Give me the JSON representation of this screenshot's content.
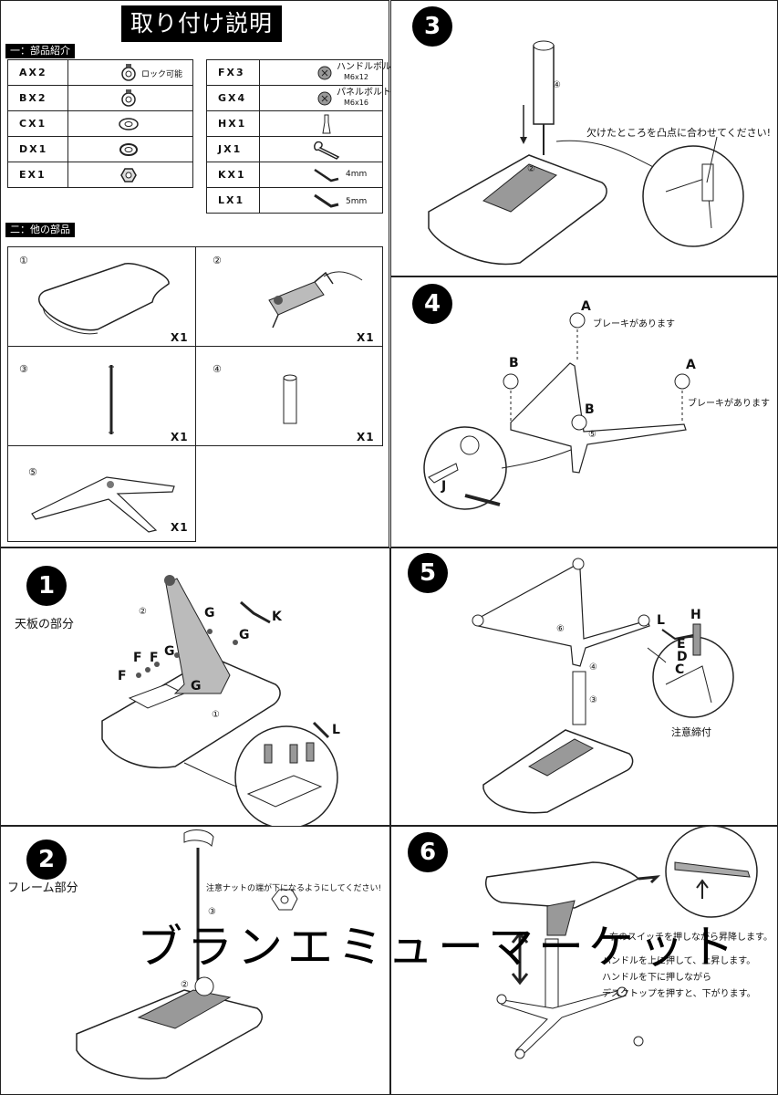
{
  "title": "取り付け説明書",
  "section1": "一：部品紹介",
  "section2": "二：他の部品",
  "parts_left": [
    {
      "code": "AX2",
      "note": "ロック可能"
    },
    {
      "code": "BX2",
      "note": ""
    },
    {
      "code": "CX1",
      "note": ""
    },
    {
      "code": "DX1",
      "note": ""
    },
    {
      "code": "EX1",
      "note": ""
    }
  ],
  "parts_right": [
    {
      "code": "FX3",
      "note1": "ハンドルボルト",
      "note2": "M6x12"
    },
    {
      "code": "GX4",
      "note1": "パネルボルト",
      "note2": "M6x16"
    },
    {
      "code": "HX1",
      "note1": "",
      "note2": ""
    },
    {
      "code": "JX1",
      "note1": "",
      "note2": ""
    },
    {
      "code": "KX1",
      "note1": "4mm",
      "note2": ""
    },
    {
      "code": "LX1",
      "note1": "5mm",
      "note2": ""
    }
  ],
  "other_parts": [
    {
      "num": "①",
      "qty": "X1"
    },
    {
      "num": "②",
      "qty": "X1"
    },
    {
      "num": "③",
      "qty": "X1"
    },
    {
      "num": "④",
      "qty": "X1"
    },
    {
      "num": "⑤",
      "qty": "X1"
    }
  ],
  "steps": {
    "s3": {
      "num": "3",
      "circled": "④",
      "circled2": "②",
      "caption": "欠けたところを凸点に合わせてください!"
    },
    "s4": {
      "num": "4",
      "brake": "ブレーキがあります",
      "a": "A",
      "b": "B",
      "j": "J",
      "circled": "⑤"
    },
    "s1": {
      "num": "1",
      "caption": "天板の部分",
      "g": "G",
      "k": "K",
      "f": "F",
      "l": "L",
      "c1": "①",
      "c2": "②"
    },
    "s5": {
      "num": "5",
      "caption": "注意締付",
      "l": "L",
      "h": "H",
      "e": "E",
      "d": "D",
      "c": "C",
      "c6": "⑥",
      "c4": "④",
      "c3": "③"
    },
    "s2": {
      "num": "2",
      "caption": "フレーム部分",
      "note": "注意ナットの端が下になるようにしてください!",
      "c3": "③",
      "c2": "②"
    },
    "s6": {
      "num": "6",
      "line1": "右のスイッチを押しながら昇降します。",
      "line2": "ハンドルを上に押して、上昇します。",
      "line3": "ハンドルを下に押しながら",
      "line4": "デスクトップを押すと、下がります。"
    }
  },
  "watermark": "ブランエミューマーケット"
}
